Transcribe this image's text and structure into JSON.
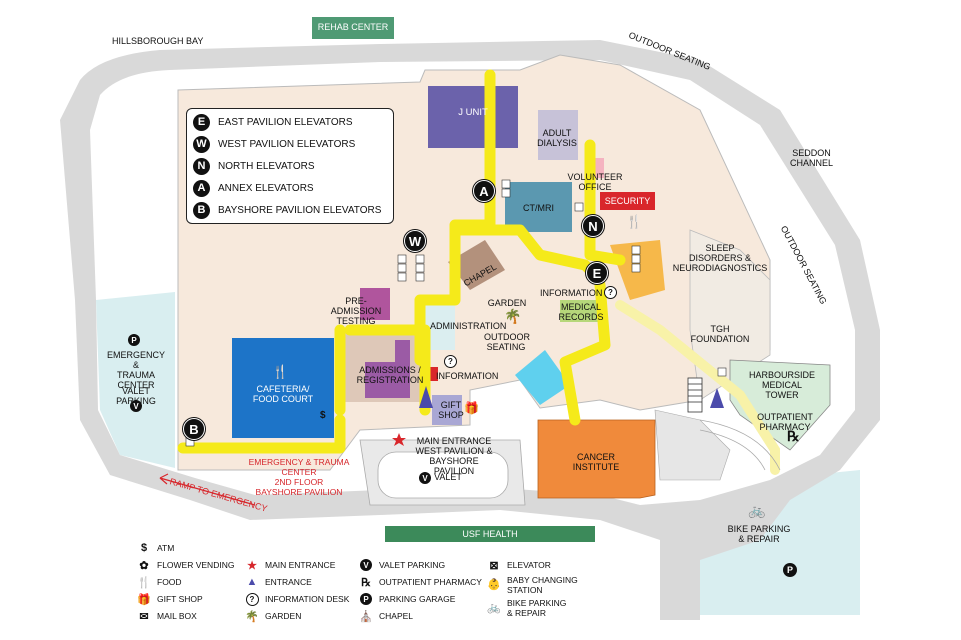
{
  "colors": {
    "building": "#f7e9dc",
    "road": "#d9d9d9",
    "water": "#d9eef0",
    "corridor": "#f5ea1a",
    "j_unit": "#6b62ab",
    "cafeteria": "#1d74c8",
    "cancer": "#f08a3b",
    "ct_mri": "#5b98b0",
    "security": "#d9262b",
    "medical_records": "#b6d77a",
    "harbourside": "#d7ecd9",
    "usf": "#3c8a5a",
    "rehab": "#4f9a74"
  },
  "labels": {
    "hillsborough_bay": "HILLSBOROUGH BAY",
    "rehab_center": "REHAB CENTER",
    "outdoor_seating_top": "OUTDOOR SEATING",
    "outdoor_seating_right": "OUTDOOR SEATING",
    "seddon_channel": "SEDDON\nCHANNEL",
    "j_unit": "J  UNIT",
    "adult_dialysis": "ADULT\nDIALYSIS",
    "volunteer_office": "VOLUNTEER\nOFFICE",
    "ct_mri": "CT/MRI",
    "security": "SECURITY",
    "sleep": "SLEEP\nDISORDERS &\nNEURODIAGNOSTICS",
    "chapel": "CHAPEL",
    "garden": "GARDEN",
    "pre_admission": "PRE-ADMISSION\nTESTING",
    "administration": "ADMINISTRATION",
    "outdoor_seating_mid": "OUTDOOR\nSEATING",
    "information_top": "INFORMATION",
    "medical_records": "MEDICAL\nRECORDS",
    "tgh_foundation": "TGH\nFOUNDATION",
    "harbourside": "HARBOURSIDE MEDICAL\nTOWER",
    "outpatient_pharmacy": "OUTPATIENT\nPHARMACY",
    "admissions": "ADMISSIONS /\nREGISTRATION",
    "information_mid": "INFORMATION",
    "gift_shop": "GIFT\nSHOP",
    "cafeteria": "CAFETERIA/\nFOOD COURT",
    "emergency": "EMERGENCY\n&\nTRAUMA CENTER",
    "valet_parking": "VALET PARKING",
    "main_entrance": "MAIN ENTRANCE\nWEST PAVILION &\nBAYSHORE PAVILION",
    "valet": "VALET",
    "cancer_institute": "CANCER\nINSTITUTE",
    "emergency_2nd": "EMERGENCY & TRAUMA CENTER\n2ND FLOOR\nBAYSHORE PAVILION",
    "ramp_to_emergency": "RAMP TO EMERGENCY",
    "usf_health": "USF HEALTH",
    "bike_parking": "BIKE PARKING\n& REPAIR"
  },
  "elevators": [
    {
      "letter": "E",
      "label": "EAST PAVILION ELEVATORS"
    },
    {
      "letter": "W",
      "label": "WEST PAVILION ELEVATORS"
    },
    {
      "letter": "N",
      "label": "NORTH ELEVATORS"
    },
    {
      "letter": "A",
      "label": "ANNEX ELEVATORS"
    },
    {
      "letter": "B",
      "label": "BAYSHORE PAVILION ELEVATORS"
    }
  ],
  "markers": {
    "a": "A",
    "w": "W",
    "n": "N",
    "e": "E",
    "b": "B",
    "p": "P",
    "v": "V",
    "rx": "℞",
    "dollar": "$",
    "info": "?"
  },
  "legend": {
    "col1": [
      {
        "icon": "atm-icon",
        "glyph": "$",
        "label": "ATM"
      },
      {
        "icon": "flower-vending-icon",
        "glyph": "✿",
        "label": "FLOWER VENDING"
      },
      {
        "icon": "food-icon",
        "glyph": "🍴",
        "label": "FOOD"
      },
      {
        "icon": "gift-shop-icon",
        "glyph": "🎁",
        "label": "GIFT SHOP"
      },
      {
        "icon": "mail-box-icon",
        "glyph": "✉",
        "label": "MAIL BOX"
      }
    ],
    "col2": [
      {
        "icon": "main-entrance-icon",
        "glyph": "★",
        "label": "MAIN ENTRANCE"
      },
      {
        "icon": "entrance-icon",
        "glyph": "▲",
        "label": "ENTRANCE"
      },
      {
        "icon": "information-desk-icon",
        "glyph": "?",
        "label": "INFORMATION DESK"
      },
      {
        "icon": "garden-icon",
        "glyph": "🌴",
        "label": "GARDEN"
      }
    ],
    "col3": [
      {
        "icon": "valet-parking-icon",
        "glyph": "V",
        "label": "VALET PARKING"
      },
      {
        "icon": "outpatient-pharmacy-icon",
        "glyph": "℞",
        "label": "OUTPATIENT PHARMACY"
      },
      {
        "icon": "parking-garage-icon",
        "glyph": "P",
        "label": "PARKING GARAGE"
      },
      {
        "icon": "chapel-icon",
        "glyph": "⛪",
        "label": "CHAPEL"
      }
    ],
    "col4": [
      {
        "icon": "elevator-icon",
        "glyph": "⊠",
        "label": "ELEVATOR"
      },
      {
        "icon": "baby-changing-icon",
        "glyph": "👶",
        "label": "BABY CHANGING\nSTATION"
      },
      {
        "icon": "bike-parking-icon",
        "glyph": "🚲",
        "label": "BIKE PARKING\n& REPAIR"
      }
    ]
  }
}
